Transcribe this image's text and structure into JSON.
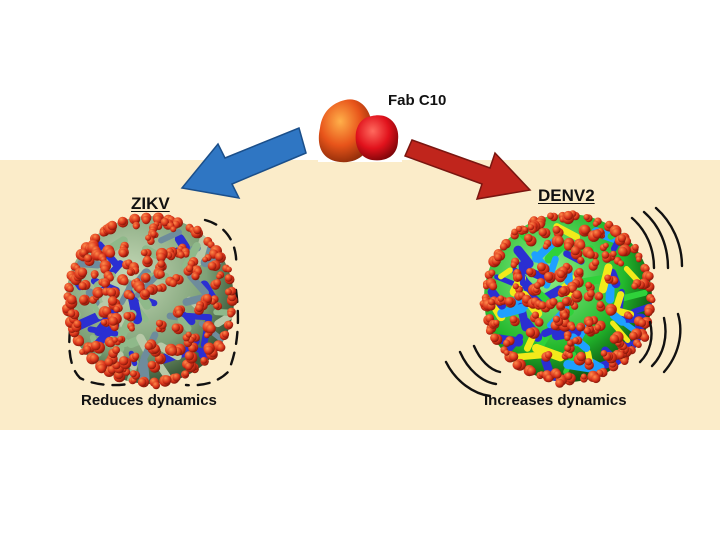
{
  "colors": {
    "panel_background": "#fbecc9",
    "left_arrow": "#2f76c3",
    "right_arrow": "#c0251c",
    "fab_orange": "#e8541a",
    "fab_red": "#e1121c",
    "zikv_envelope_green": "#8fb98a",
    "denv2_envelope_green": "#2fd23a",
    "denv2_envelope_yellow": "#f2ea1a",
    "envelope_blue": "#2b2fd2",
    "bead_red": "#d7321a"
  },
  "fab": {
    "label": "Fab C10"
  },
  "zikv": {
    "title": "ZIKV",
    "caption": "Reduces dynamics",
    "arrow_icon": "blue-arrow-icon",
    "motion_marks": "dashed-outline-icon"
  },
  "denv2": {
    "title": "DENV2",
    "caption": "Increases dynamics",
    "arrow_icon": "red-arrow-icon",
    "motion_marks": "motion-lines-icon"
  }
}
